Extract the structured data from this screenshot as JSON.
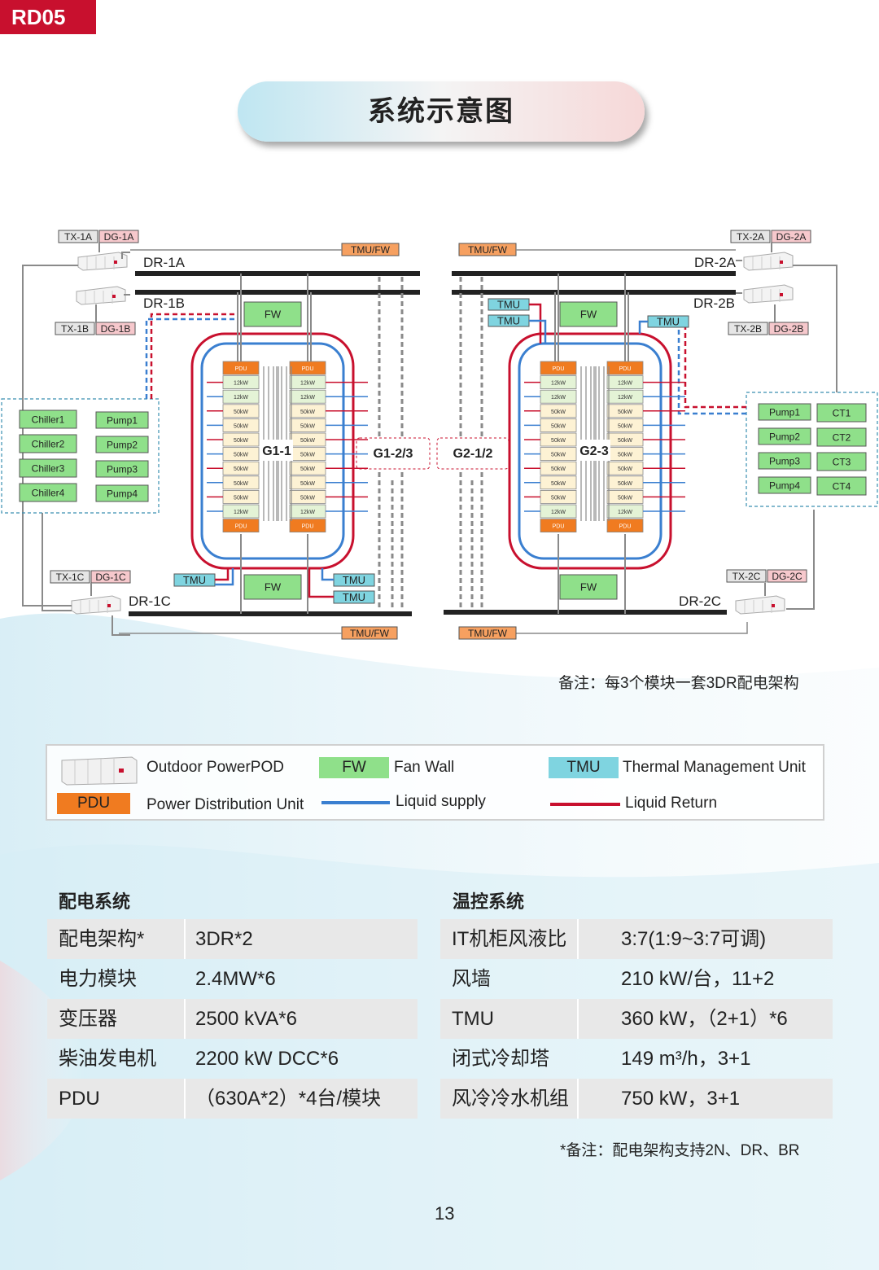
{
  "tag": "RD05",
  "title": "系统示意图",
  "colors": {
    "tag_red": "#c8102e",
    "fw_green": "#8fe08a",
    "tmu_cyan": "#7fd4e0",
    "pdu_orange": "#f07b20",
    "supply_blue": "#3a7fd0",
    "return_red": "#c8102e"
  },
  "diagram": {
    "left": {
      "tx_dg": [
        {
          "tx": "TX-1A",
          "dg": "DG-1A"
        },
        {
          "tx": "TX-1B",
          "dg": "DG-1B"
        },
        {
          "tx": "TX-1C",
          "dg": "DG-1C"
        }
      ],
      "buses": [
        "DR-1A",
        "DR-1B",
        "DR-1C"
      ],
      "chillers": [
        "Chiller1",
        "Chiller2",
        "Chiller3",
        "Chiller4"
      ],
      "pumps": [
        "Pump1",
        "Pump2",
        "Pump3",
        "Pump4"
      ],
      "tmu_fw_top": "TMU/FW",
      "tmu_fw_bottom": "TMU/FW",
      "fw": "FW",
      "tmu": "TMU",
      "module": "G1-1",
      "group": "G1-2/3"
    },
    "right": {
      "tx_dg": [
        {
          "tx": "TX-2A",
          "dg": "DG-2A"
        },
        {
          "tx": "TX-2B",
          "dg": "DG-2B"
        },
        {
          "tx": "TX-2C",
          "dg": "DG-2C"
        }
      ],
      "buses": [
        "DR-2A",
        "DR-2B",
        "DR-2C"
      ],
      "pumps": [
        "Pump1",
        "Pump2",
        "Pump3",
        "Pump4"
      ],
      "cts": [
        "CT1",
        "CT2",
        "CT3",
        "CT4"
      ],
      "tmu_fw_top": "TMU/FW",
      "tmu_fw_bottom": "TMU/FW",
      "fw": "FW",
      "tmu": "TMU",
      "module": "G2-3",
      "group": "G2-1/2"
    },
    "rack_labels": [
      "PDU",
      "12kW",
      "12kW",
      "50kW",
      "50kW",
      "50kW",
      "50kW",
      "50kW",
      "50kW",
      "50kW",
      "12kW",
      "PDU"
    ]
  },
  "note1": "备注：每3个模块一套3DR配电架构",
  "legend": {
    "powerpod": "Outdoor PowerPOD",
    "fw_box": "FW",
    "fw_text": "Fan Wall",
    "tmu_box": "TMU",
    "tmu_text": "Thermal Management Unit",
    "pdu_box": "PDU",
    "pdu_text": "Power Distribution Unit",
    "supply": "Liquid supply",
    "return": "Liquid Return"
  },
  "power_table": {
    "title": "配电系统",
    "rows": [
      {
        "k": "配电架构*",
        "v": "3DR*2"
      },
      {
        "k": "电力模块",
        "v": "2.4MW*6"
      },
      {
        "k": "变压器",
        "v": "2500 kVA*6"
      },
      {
        "k": "柴油发电机",
        "v": "2200 kW DCC*6"
      },
      {
        "k": "PDU",
        "v": "（630A*2）*4台/模块"
      }
    ]
  },
  "thermal_table": {
    "title": "温控系统",
    "rows": [
      {
        "k": "IT机柜风液比",
        "v": "3:7(1:9~3:7可调)"
      },
      {
        "k": "风墙",
        "v": "210 kW/台，11+2"
      },
      {
        "k": "TMU",
        "v": "360 kW，（2+1）*6"
      },
      {
        "k": "闭式冷却塔",
        "v": "149 m³/h，3+1"
      },
      {
        "k": "风冷冷水机组",
        "v": "750 kW，3+1"
      }
    ]
  },
  "note2": "*备注：配电架构支持2N、DR、BR",
  "page_number": "13"
}
